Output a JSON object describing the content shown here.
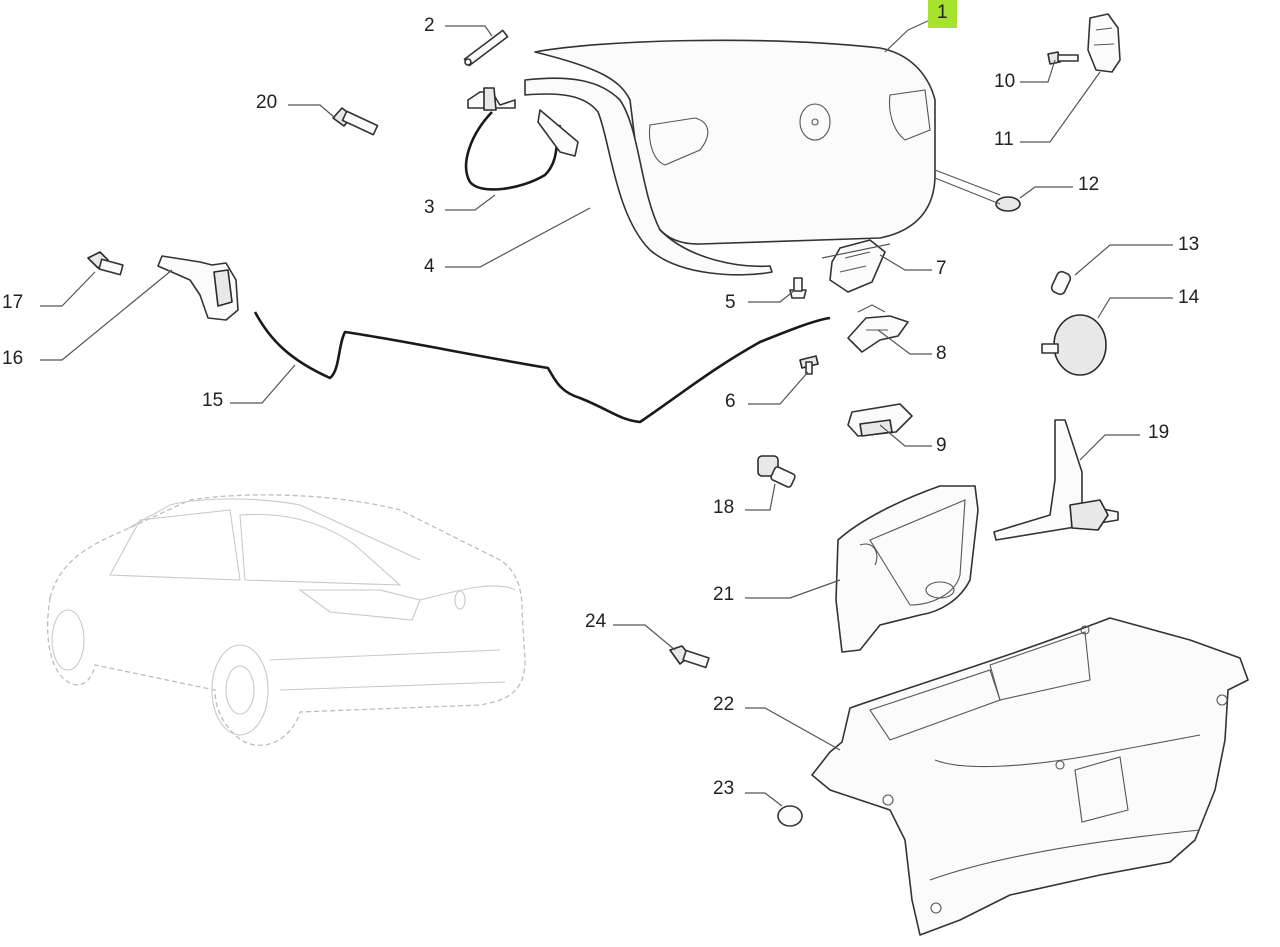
{
  "diagram": {
    "callouts": [
      {
        "id": "c1",
        "label": "1",
        "highlight": "#a6e22e"
      },
      {
        "id": "c2",
        "label": "2"
      },
      {
        "id": "c3",
        "label": "3"
      },
      {
        "id": "c4",
        "label": "4"
      },
      {
        "id": "c5",
        "label": "5"
      },
      {
        "id": "c6",
        "label": "6"
      },
      {
        "id": "c7",
        "label": "7"
      },
      {
        "id": "c8",
        "label": "8"
      },
      {
        "id": "c9",
        "label": "9"
      },
      {
        "id": "c10",
        "label": "10"
      },
      {
        "id": "c11",
        "label": "11"
      },
      {
        "id": "c12",
        "label": "12"
      },
      {
        "id": "c13",
        "label": "13"
      },
      {
        "id": "c14",
        "label": "14"
      },
      {
        "id": "c15",
        "label": "15"
      },
      {
        "id": "c16",
        "label": "16"
      },
      {
        "id": "c17",
        "label": "17"
      },
      {
        "id": "c18",
        "label": "18"
      },
      {
        "id": "c19",
        "label": "19"
      },
      {
        "id": "c20",
        "label": "20"
      },
      {
        "id": "c21",
        "label": "21"
      },
      {
        "id": "c22",
        "label": "22"
      },
      {
        "id": "c23",
        "label": "23"
      },
      {
        "id": "c24",
        "label": "24"
      }
    ]
  }
}
